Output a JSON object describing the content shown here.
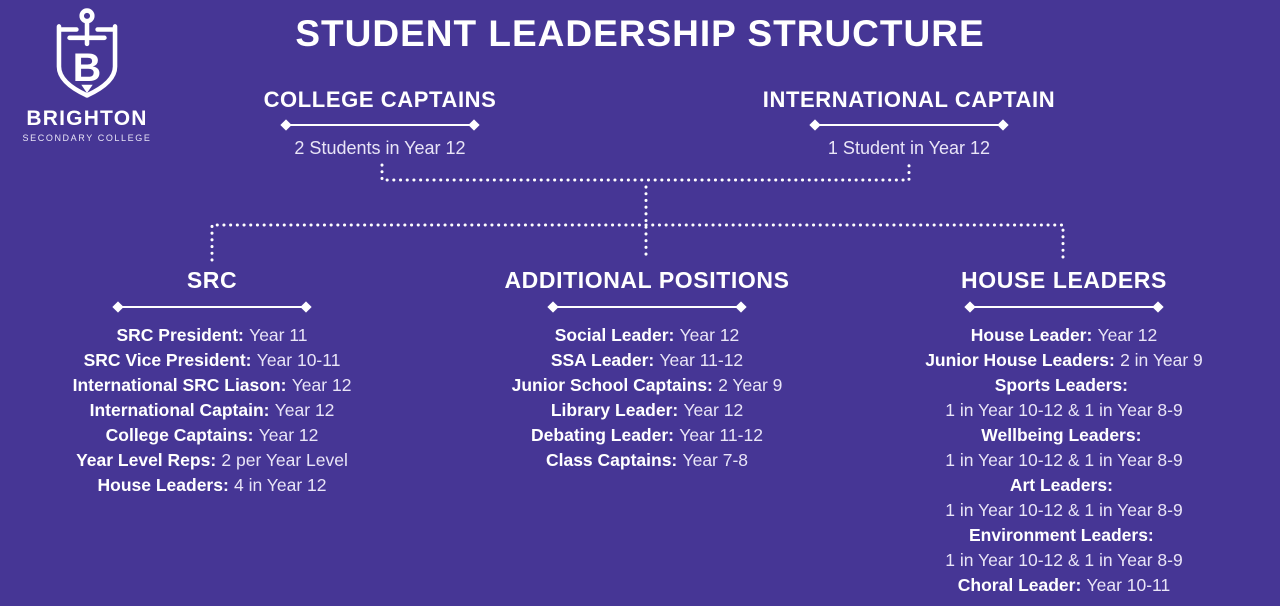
{
  "colors": {
    "background": "#463695",
    "text_primary": "#ffffff",
    "text_muted": "#e9e5f7"
  },
  "logo": {
    "name": "BRIGHTON",
    "tagline": "SECONDARY COLLEGE",
    "letter": "B"
  },
  "title": "STUDENT LEADERSHIP STRUCTURE",
  "top_roles": [
    {
      "title": "COLLEGE CAPTAINS",
      "detail": "2 Students in Year 12"
    },
    {
      "title": "INTERNATIONAL CAPTAIN",
      "detail": "1 Student in Year 12"
    }
  ],
  "groups": [
    {
      "title": "SRC",
      "items": [
        {
          "label": "SRC President:",
          "value": "Year 11"
        },
        {
          "label": "SRC Vice President:",
          "value": "Year 10-11"
        },
        {
          "label": "International SRC Liason:",
          "value": "Year 12"
        },
        {
          "label": "International Captain:",
          "value": "Year 12"
        },
        {
          "label": "College Captains:",
          "value": "Year 12"
        },
        {
          "label": "Year Level Reps:",
          "value": "2 per Year Level"
        },
        {
          "label": "House Leaders:",
          "value": "4 in Year 12"
        }
      ]
    },
    {
      "title": "ADDITIONAL POSITIONS",
      "items": [
        {
          "label": "Social Leader:",
          "value": "Year 12"
        },
        {
          "label": "SSA Leader:",
          "value": "Year 11-12"
        },
        {
          "label": "Junior School Captains:",
          "value": "2 Year 9"
        },
        {
          "label": "Library Leader:",
          "value": "Year 12"
        },
        {
          "label": "Debating Leader:",
          "value": "Year 11-12"
        },
        {
          "label": "Class Captains:",
          "value": "Year 7-8"
        }
      ]
    },
    {
      "title": "HOUSE LEADERS",
      "items": [
        {
          "label": "House Leader:",
          "value": "Year 12"
        },
        {
          "label": "Junior House Leaders:",
          "value": "2 in Year 9"
        },
        {
          "label": "Sports Leaders:",
          "value": ""
        },
        {
          "label": "",
          "value": "1 in Year 10-12 & 1 in Year 8-9"
        },
        {
          "label": "Wellbeing Leaders:",
          "value": ""
        },
        {
          "label": "",
          "value": "1 in Year 10-12 & 1 in Year 8-9"
        },
        {
          "label": "Art Leaders:",
          "value": ""
        },
        {
          "label": "",
          "value": "1 in Year 10-12 & 1 in Year 8-9"
        },
        {
          "label": "Environment Leaders:",
          "value": ""
        },
        {
          "label": "",
          "value": "1 in Year 10-12 & 1 in Year 8-9"
        },
        {
          "label": "Choral Leader:",
          "value": "Year 10-11"
        }
      ]
    }
  ]
}
